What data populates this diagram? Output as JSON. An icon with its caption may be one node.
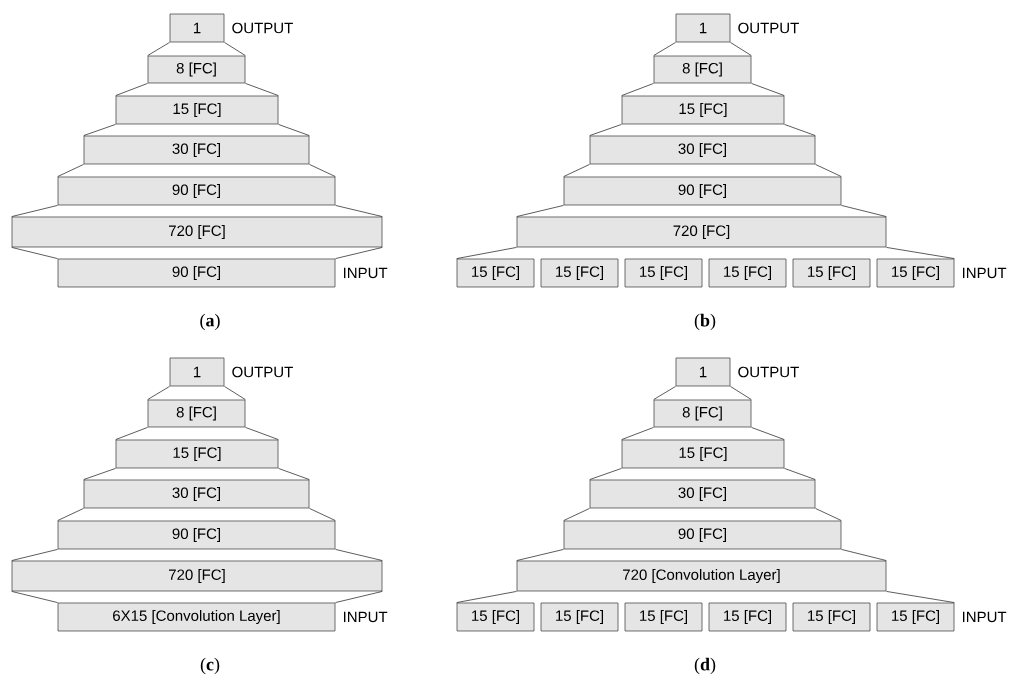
{
  "diagram": {
    "nodes": [
      {
        "text": [
          "1"
        ],
        "beside": [
          "OUTPUT"
        ]
      },
      {
        "text": [
          "8 [FC]"
        ]
      },
      {
        "text": [
          "15 [FC]"
        ]
      },
      {
        "text": [
          "30 [FC]"
        ]
      },
      {
        "text": [
          "90 [FC]"
        ]
      },
      {
        "text": [
          "720 [FC]"
        ]
      },
      {
        "text": [
          "90 [FC]"
        ],
        "beside": [
          "INPUT"
        ]
      },
      {
        "text": [
          "1"
        ],
        "beside": [
          "OUTPUT"
        ]
      },
      {
        "text": [
          "8 [FC]"
        ]
      },
      {
        "text": [
          "15 [FC]"
        ]
      },
      {
        "text": [
          "30 [FC]"
        ]
      },
      {
        "text": [
          "90 [FC]"
        ]
      },
      {
        "text": [
          "720 [FC]"
        ]
      },
      {
        "text": [
          "15 [FC]"
        ]
      },
      {
        "text": [
          "15 [FC]"
        ]
      },
      {
        "text": [
          "15 [FC]"
        ]
      },
      {
        "text": [
          "15 [FC]"
        ]
      },
      {
        "text": [
          "15 [FC]"
        ]
      },
      {
        "text": [
          "15 [FC]"
        ],
        "beside": [
          "INPUT"
        ]
      },
      {
        "text": [
          "1"
        ],
        "beside": [
          "OUTPUT"
        ]
      },
      {
        "text": [
          "8 [FC]"
        ]
      },
      {
        "text": [
          "15 [FC]"
        ]
      },
      {
        "text": [
          "30 [FC]"
        ]
      },
      {
        "text": [
          "90 [FC]"
        ]
      },
      {
        "text": [
          "720 [FC]"
        ]
      },
      {
        "text": [
          "6X15 [Convolution Layer]"
        ],
        "beside": [
          "INPUT"
        ]
      },
      {
        "text": [
          "1"
        ],
        "beside": [
          "OUTPUT"
        ]
      },
      {
        "text": [
          "8 [FC]"
        ]
      },
      {
        "text": [
          "15 [FC]"
        ]
      },
      {
        "text": [
          "30 [FC]"
        ]
      },
      {
        "text": [
          "90 [FC]"
        ]
      },
      {
        "text": [
          "720 [Convolution Layer]"
        ]
      },
      {
        "text": [
          "15 [FC]"
        ]
      },
      {
        "text": [
          "15 [FC]"
        ]
      },
      {
        "text": [
          "15 [FC]"
        ]
      },
      {
        "text": [
          "15 [FC]"
        ]
      },
      {
        "text": [
          "15 [FC]"
        ]
      },
      {
        "text": [
          "15 [FC]"
        ],
        "beside": [
          "INPUT"
        ]
      }
    ],
    "edges": [
      {
        "from": 0,
        "to": 1,
        "arrow": "none"
      },
      {
        "from": 1,
        "to": 2,
        "arrow": "none"
      },
      {
        "from": 2,
        "to": 3,
        "arrow": "none"
      },
      {
        "from": 3,
        "to": 4,
        "arrow": "none"
      },
      {
        "from": 4,
        "to": 5,
        "arrow": "none"
      },
      {
        "from": 5,
        "to": 6,
        "arrow": "none"
      },
      {
        "from": 7,
        "to": 8,
        "arrow": "none"
      },
      {
        "from": 8,
        "to": 9,
        "arrow": "none"
      },
      {
        "from": 9,
        "to": 10,
        "arrow": "none"
      },
      {
        "from": 10,
        "to": 11,
        "arrow": "none"
      },
      {
        "from": 11,
        "to": 12,
        "arrow": "none"
      },
      {
        "from": 12,
        "to": 13,
        "arrow": "none"
      },
      {
        "from": 12,
        "to": 18,
        "arrow": "none"
      },
      {
        "from": 19,
        "to": 20,
        "arrow": "none"
      },
      {
        "from": 20,
        "to": 21,
        "arrow": "none"
      },
      {
        "from": 21,
        "to": 22,
        "arrow": "none"
      },
      {
        "from": 22,
        "to": 23,
        "arrow": "none"
      },
      {
        "from": 23,
        "to": 24,
        "arrow": "none"
      },
      {
        "from": 24,
        "to": 25,
        "arrow": "none"
      },
      {
        "from": 26,
        "to": 27,
        "arrow": "none"
      },
      {
        "from": 27,
        "to": 28,
        "arrow": "none"
      },
      {
        "from": 28,
        "to": 29,
        "arrow": "none"
      },
      {
        "from": 29,
        "to": 30,
        "arrow": "none"
      },
      {
        "from": 30,
        "to": 31,
        "arrow": "none"
      },
      {
        "from": 31,
        "to": 32,
        "arrow": "none"
      },
      {
        "from": 31,
        "to": 37,
        "arrow": "none"
      }
    ],
    "labels": [
      "(**a**)",
      "(**b**)",
      "(**c**)",
      "(**d**)"
    ]
  }
}
